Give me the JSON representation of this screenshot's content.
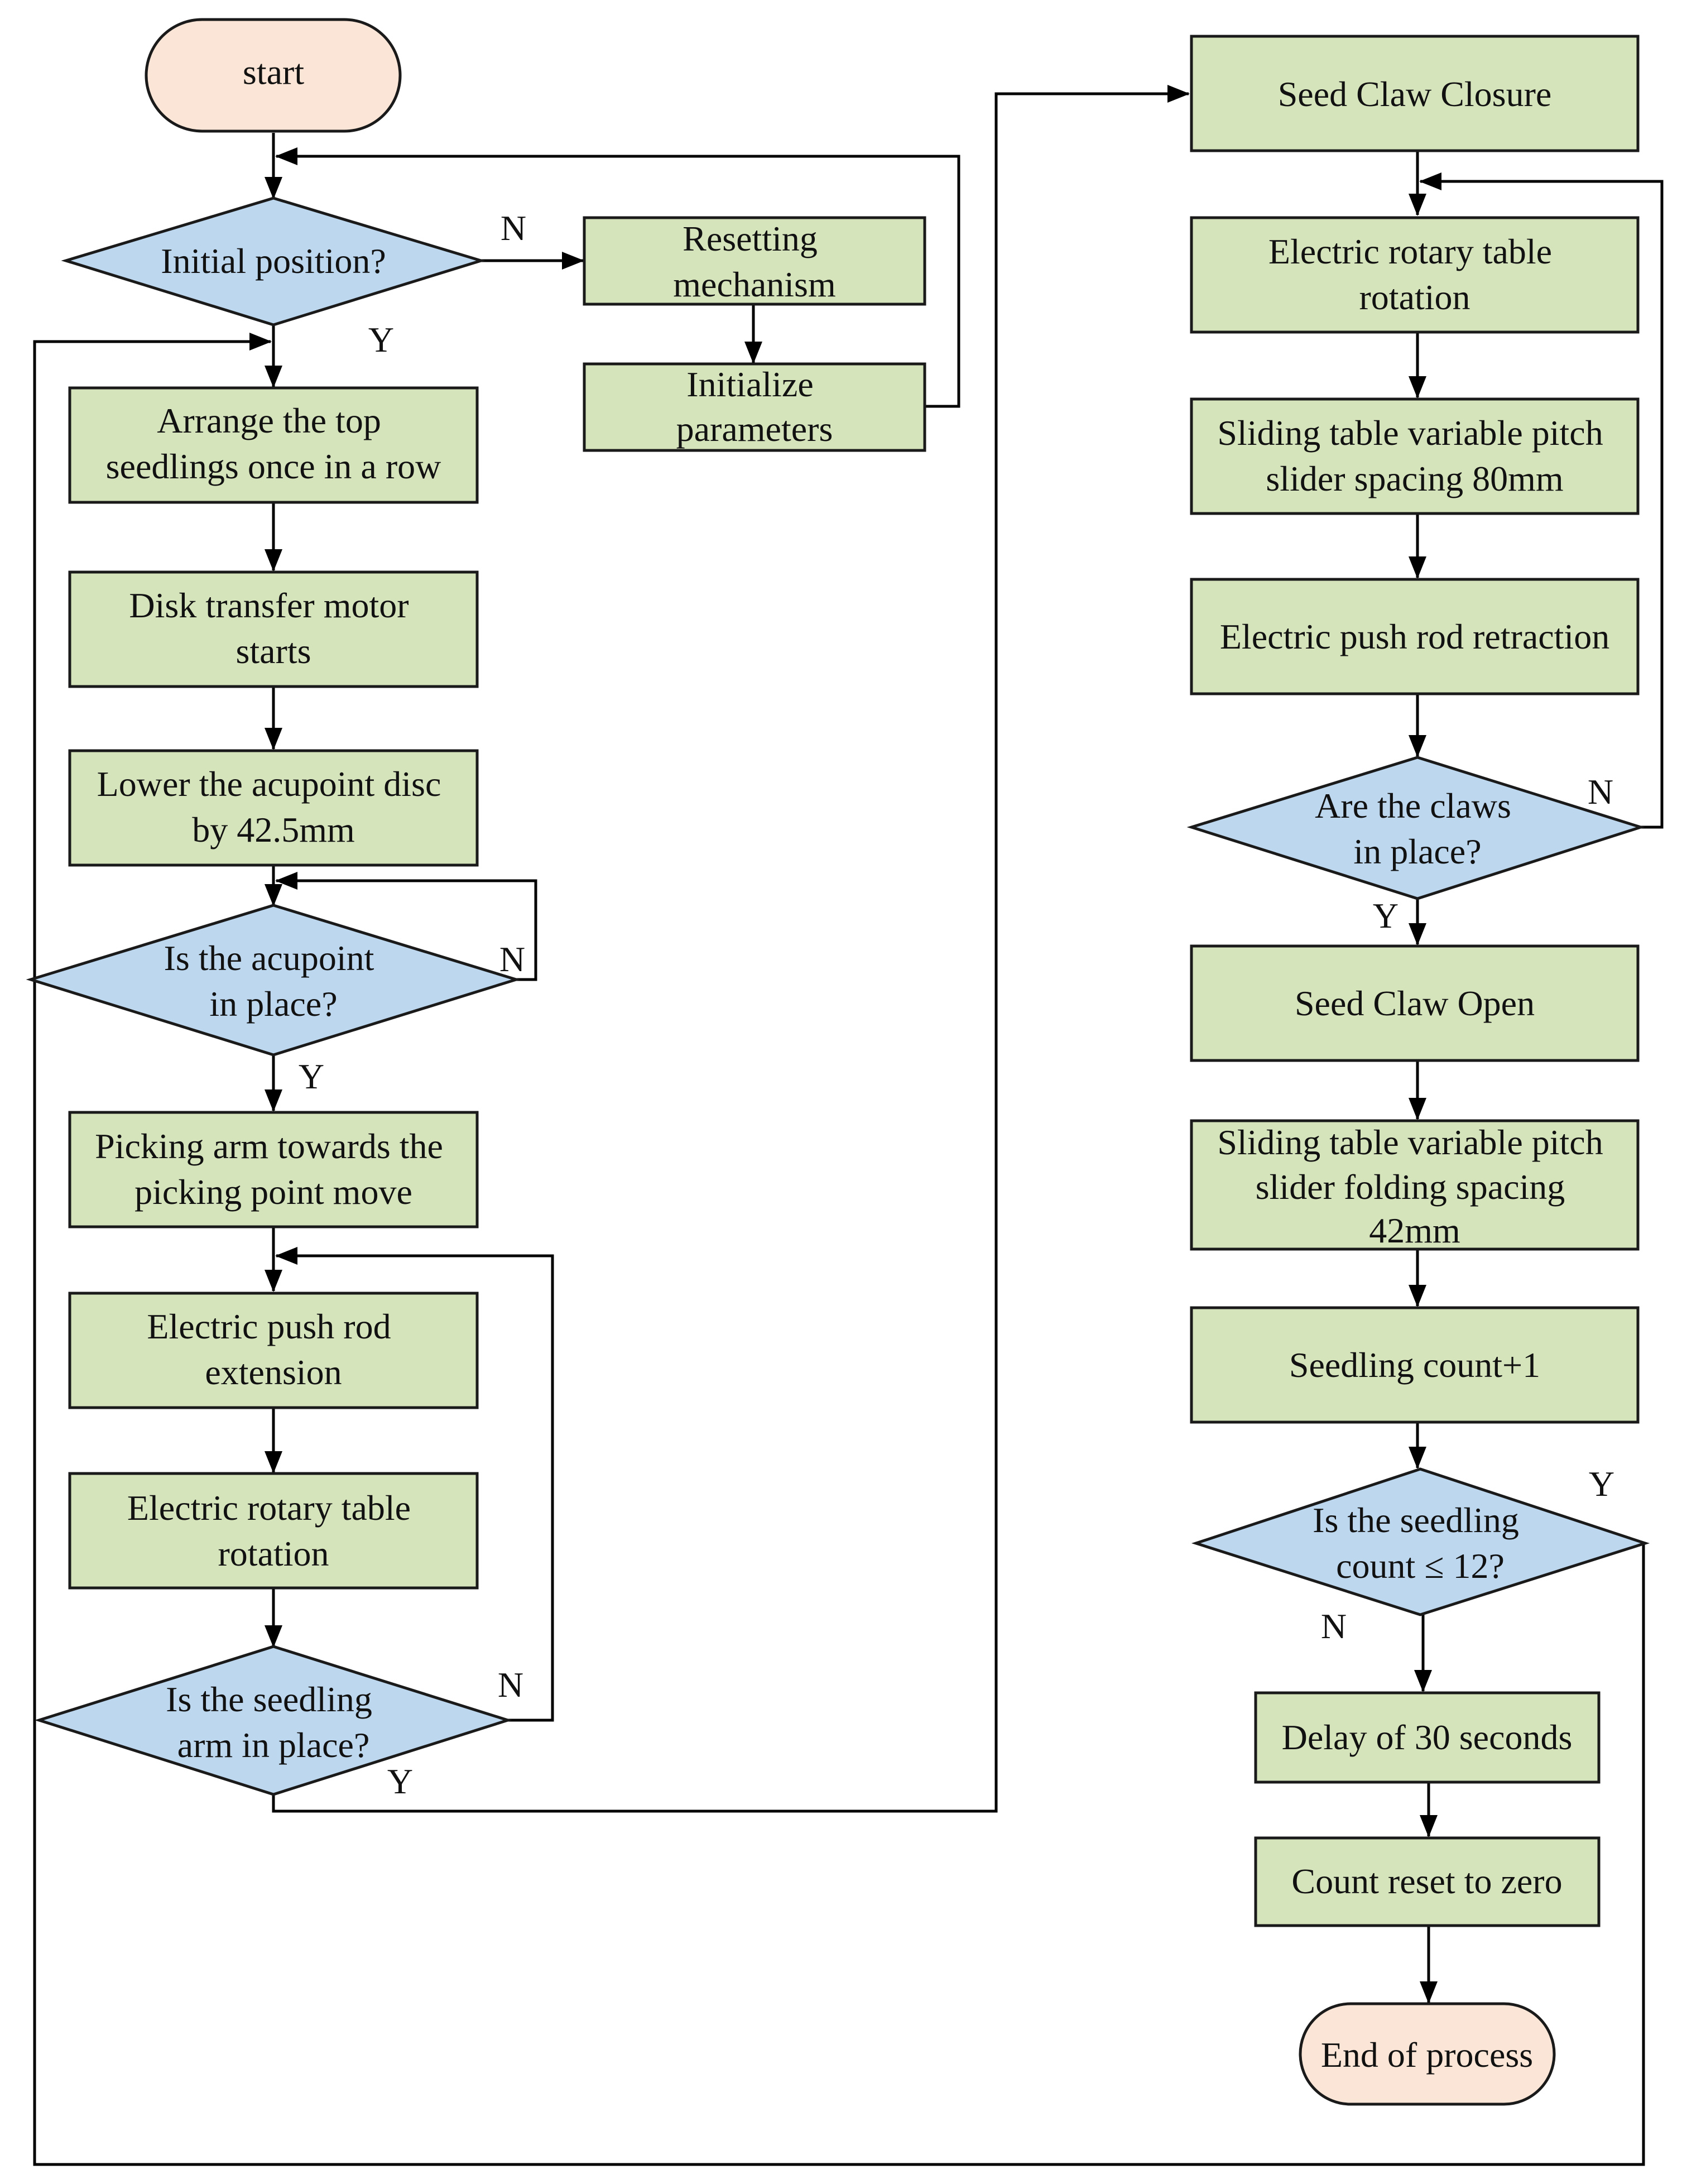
{
  "nodes": {
    "start": "start",
    "initial_position": [
      "Initial position?"
    ],
    "resetting": [
      "Resetting",
      "mechanism"
    ],
    "initialize": [
      "Initialize",
      "parameters"
    ],
    "arrange": [
      "Arrange the top",
      "seedlings once in a row"
    ],
    "disk_motor": [
      "Disk transfer motor",
      "starts"
    ],
    "lower_disc": [
      "Lower the acupoint disc",
      "by 42.5mm"
    ],
    "acupoint_check": [
      "Is the acupoint",
      "in place?"
    ],
    "picking_arm": [
      "Picking arm towards the",
      "picking point move"
    ],
    "pushrod_extend": [
      "Electric push rod",
      "extension"
    ],
    "rotary_left": [
      "Electric rotary table",
      "rotation"
    ],
    "arm_check": [
      "Is the seedling",
      "arm in place?"
    ],
    "claw_close": [
      "Seed Claw Closure"
    ],
    "rotary_right": [
      "Electric rotary table",
      "rotation"
    ],
    "slider_80": [
      "Sliding table variable pitch",
      "slider spacing 80mm"
    ],
    "pushrod_retract": [
      "Electric push rod retraction"
    ],
    "claws_check": [
      "Are the claws",
      "in place?"
    ],
    "claw_open": [
      "Seed Claw Open"
    ],
    "slider_42": [
      "Sliding table variable pitch",
      "slider folding spacing",
      "42mm"
    ],
    "count_inc": [
      "Seedling count+1"
    ],
    "count_check": [
      "Is the seedling",
      "count ≤ 12?"
    ],
    "delay": [
      "Delay of 30 seconds"
    ],
    "reset_count": [
      "Count reset to zero"
    ],
    "end": "End of process"
  },
  "branch_labels": {
    "initial_no": "N",
    "initial_yes": "Y",
    "acupoint_no": "N",
    "acupoint_yes": "Y",
    "arm_no": "N",
    "arm_yes": "Y",
    "claws_no": "N",
    "claws_yes": "Y",
    "count_yes": "Y",
    "count_no": "N"
  }
}
